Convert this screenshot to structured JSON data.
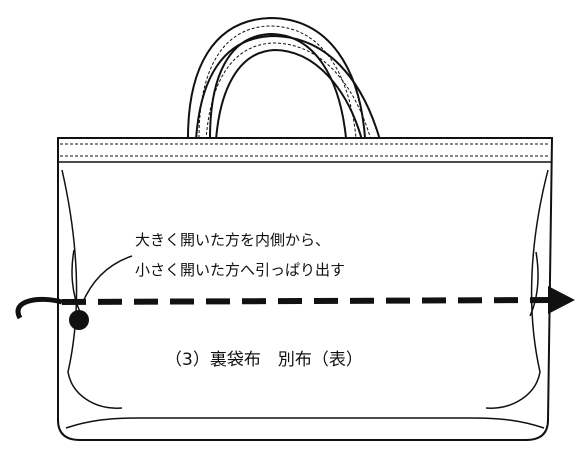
{
  "annotation": {
    "line1": "大きく開いた方を内側から、",
    "line2": "小さく開いた方へ引っぱり出す"
  },
  "caption": "（3）裏袋布　別布（表）",
  "colors": {
    "stroke": "#111111",
    "background": "#ffffff"
  },
  "icons": {
    "arrow": "dashed-right-arrow",
    "bag": "tote-bag-outline"
  }
}
